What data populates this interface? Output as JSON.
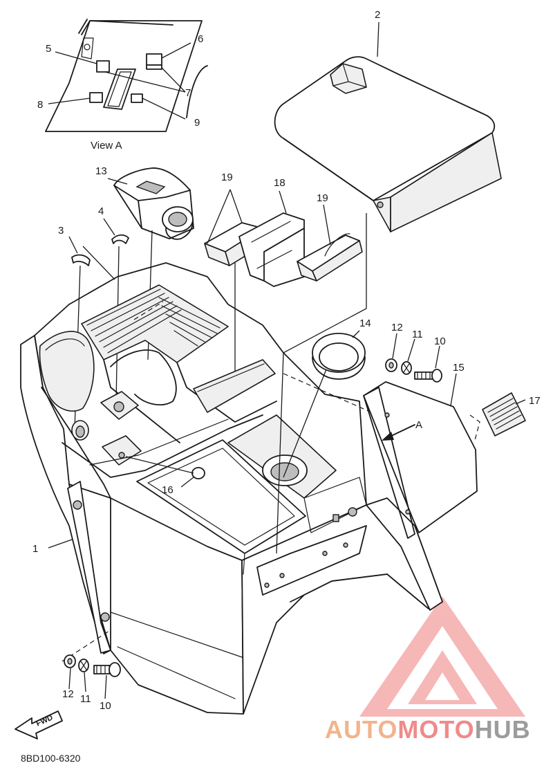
{
  "diagram": {
    "view_caption": "View A",
    "view_pointer": "A",
    "fwd_label": "FWD",
    "part_code": "8BD100-6320",
    "callouts": [
      {
        "id": "c1",
        "text": "1"
      },
      {
        "id": "c2",
        "text": "2"
      },
      {
        "id": "c3",
        "text": "3"
      },
      {
        "id": "c4",
        "text": "4"
      },
      {
        "id": "c5",
        "text": "5"
      },
      {
        "id": "c6",
        "text": "6"
      },
      {
        "id": "c7",
        "text": "7"
      },
      {
        "id": "c8",
        "text": "8"
      },
      {
        "id": "c9",
        "text": "9"
      },
      {
        "id": "c10a",
        "text": "10"
      },
      {
        "id": "c10b",
        "text": "10"
      },
      {
        "id": "c11a",
        "text": "11"
      },
      {
        "id": "c11b",
        "text": "11"
      },
      {
        "id": "c12a",
        "text": "12"
      },
      {
        "id": "c12b",
        "text": "12"
      },
      {
        "id": "c13",
        "text": "13"
      },
      {
        "id": "c14",
        "text": "14"
      },
      {
        "id": "c15",
        "text": "15"
      },
      {
        "id": "c16",
        "text": "16"
      },
      {
        "id": "c17",
        "text": "17"
      },
      {
        "id": "c18",
        "text": "18"
      },
      {
        "id": "c19a",
        "text": "19"
      },
      {
        "id": "c19b",
        "text": "19"
      }
    ]
  },
  "watermark": {
    "part1": "AUTO",
    "part2": "MOTO",
    "part3": "HUB",
    "colors": {
      "auto": "#f2b48c",
      "moto": "#f08a8a",
      "hub": "#9c9c9c",
      "logo": "#f07a7a"
    }
  }
}
